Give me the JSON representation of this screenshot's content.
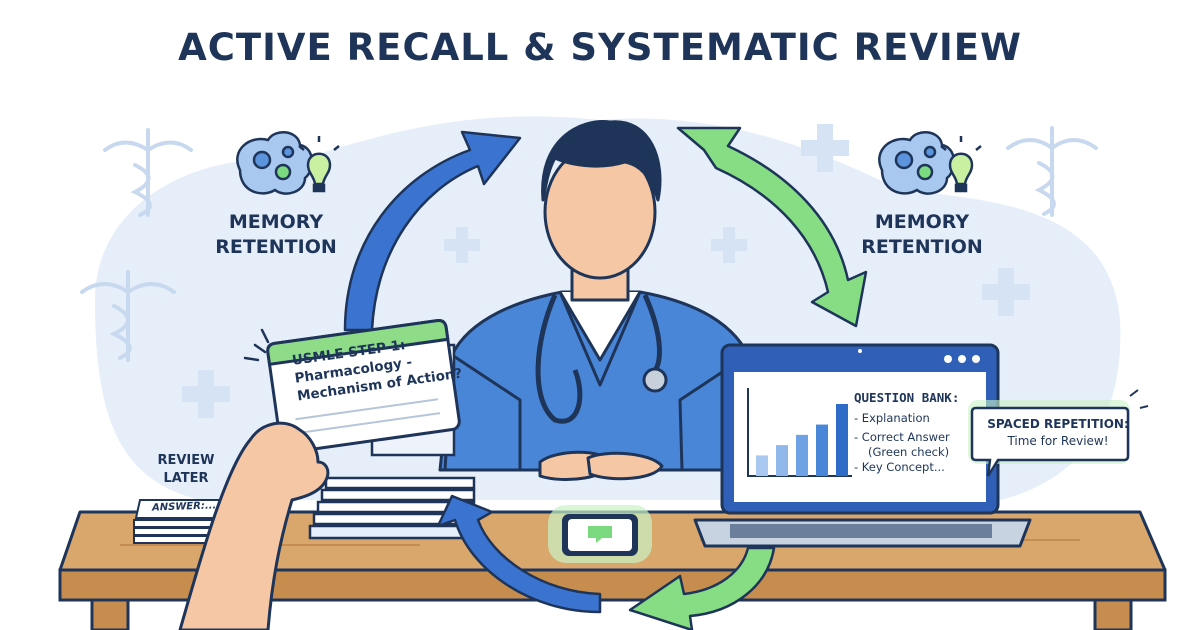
{
  "title": "ACTIVE RECALL & SYSTEMATIC REVIEW",
  "memory_left": {
    "line1": "MEMORY",
    "line2": "RETENTION"
  },
  "memory_right": {
    "line1": "MEMORY",
    "line2": "RETENTION"
  },
  "review_later": {
    "line1": "REVIEW",
    "line2": "LATER"
  },
  "answer_card": "ANSWER:...",
  "flashcard": {
    "line1": "USMLE STEP 1:",
    "line2": "Pharmacology -",
    "line3": "Mechanism of Action?"
  },
  "question_bank": {
    "title": "QUESTION BANK:",
    "items": [
      "- Explanation",
      "- Correct Answer",
      "(Green check)",
      "- Key Concept..."
    ],
    "bar_chart_values": [
      2,
      3,
      4,
      5,
      7
    ]
  },
  "spaced_repetition": {
    "line1": "SPACED REPETITION:",
    "line2": "Time for Review!"
  },
  "colors": {
    "navy": "#1e3559",
    "blue_arrow": "#3b73d1",
    "green_arrow": "#7bd97f",
    "scrubs": "#4a86d8",
    "desk": "#d9a66b",
    "background_blob": "#e5eef9"
  },
  "icons": [
    "caduceus-icon",
    "brain-gears-icon",
    "lightbulb-icon",
    "medical-cross-icon",
    "stethoscope-icon",
    "smartphone-icon",
    "laptop-icon"
  ]
}
